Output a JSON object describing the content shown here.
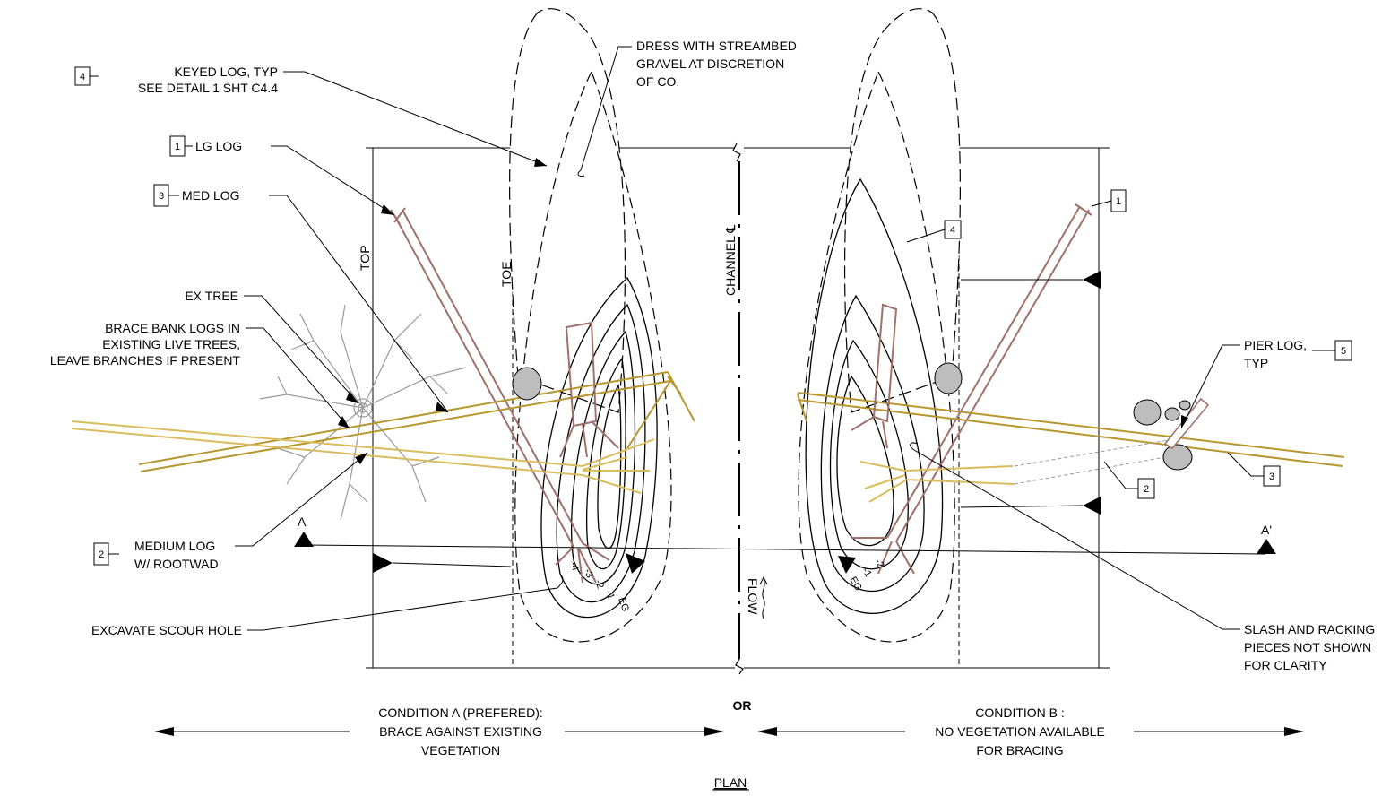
{
  "labels": {
    "keyed_log": {
      "tag": "4",
      "line1": "KEYED LOG, TYP",
      "line2": "SEE DETAIL 1 SHT C4.4"
    },
    "lg_log": {
      "tag": "1",
      "text": "LG LOG"
    },
    "med_log": {
      "tag": "3",
      "text": "MED LOG"
    },
    "ex_tree": {
      "text": "EX TREE"
    },
    "brace": {
      "line1": "BRACE BANK LOGS IN",
      "line2": "EXISTING LIVE TREES,",
      "line3": "LEAVE BRANCHES IF PRESENT"
    },
    "medium_log": {
      "tag": "2",
      "line1": "MEDIUM LOG",
      "line2": "W/ ROOTWAD"
    },
    "scour": {
      "text": "EXCAVATE SCOUR HOLE"
    },
    "dress": {
      "line1": "DRESS WITH STREAMBED",
      "line2": "GRAVEL AT DISCRETION",
      "line3": "OF CO."
    },
    "pier_log": {
      "tag": "5",
      "line1": "PIER LOG,",
      "line2": "TYP"
    },
    "slash": {
      "line1": "SLASH AND RACKING",
      "line2": "PIECES NOT SHOWN",
      "line3": "FOR CLARITY"
    },
    "top": "TOP",
    "toe": "TOE",
    "channel": "CHANNEL ℄",
    "flow": "FLOW",
    "section_a": "A",
    "section_a_prime": "A'",
    "contours_left": [
      "-4",
      "-3",
      "-2",
      "-1",
      "EG"
    ],
    "contours_right": [
      "EG",
      "-1",
      "-2"
    ],
    "right_tags": {
      "t1": "1",
      "t4": "4",
      "t2": "2",
      "t3": "3"
    }
  },
  "conditions": {
    "a": {
      "line1": "CONDITION A (PREFERED):",
      "line2": "BRACE AGAINST EXISTING",
      "line3": "VEGETATION"
    },
    "or": "OR",
    "b": {
      "line1": "CONDITION B :",
      "line2": "NO VEGETATION AVAILABLE",
      "line3": "FOR BRACING"
    }
  },
  "view_title": "PLAN",
  "colors": {
    "large_log": "#a0706b",
    "medium_log": "#b8962e",
    "rootwad_log": "#d9bc5e",
    "tree": "#999999",
    "boulder": "#bdbdbd"
  }
}
